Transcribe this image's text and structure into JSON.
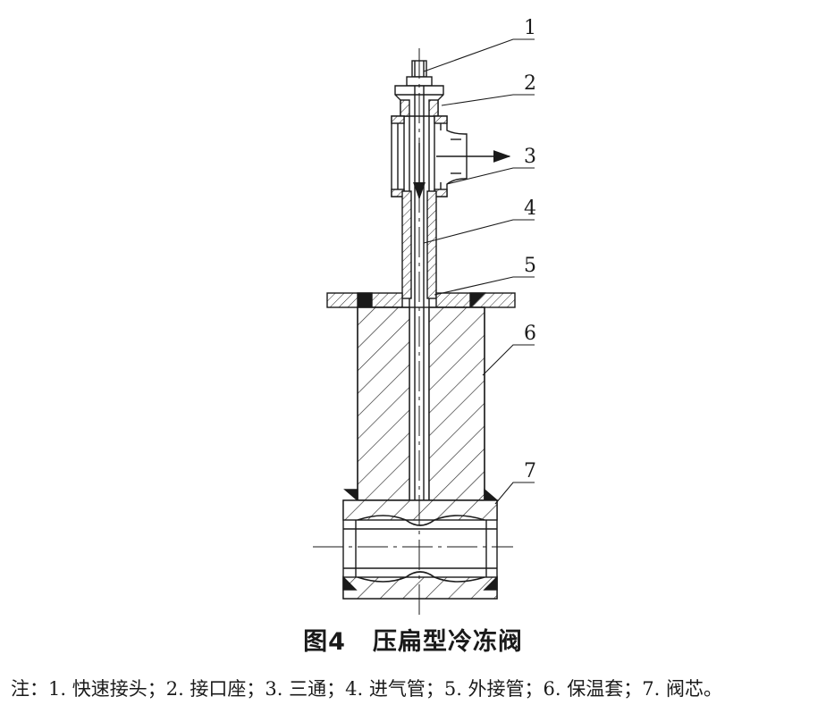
{
  "figure": {
    "callouts": [
      "1",
      "2",
      "3",
      "4",
      "5",
      "6",
      "7"
    ]
  },
  "caption": {
    "number": "图4",
    "title": "压扁型冷冻阀"
  },
  "note": "注：1. 快速接头；2. 接口座；3. 三通；4. 进气管；5. 外接管；6. 保温套；7. 阀芯。"
}
